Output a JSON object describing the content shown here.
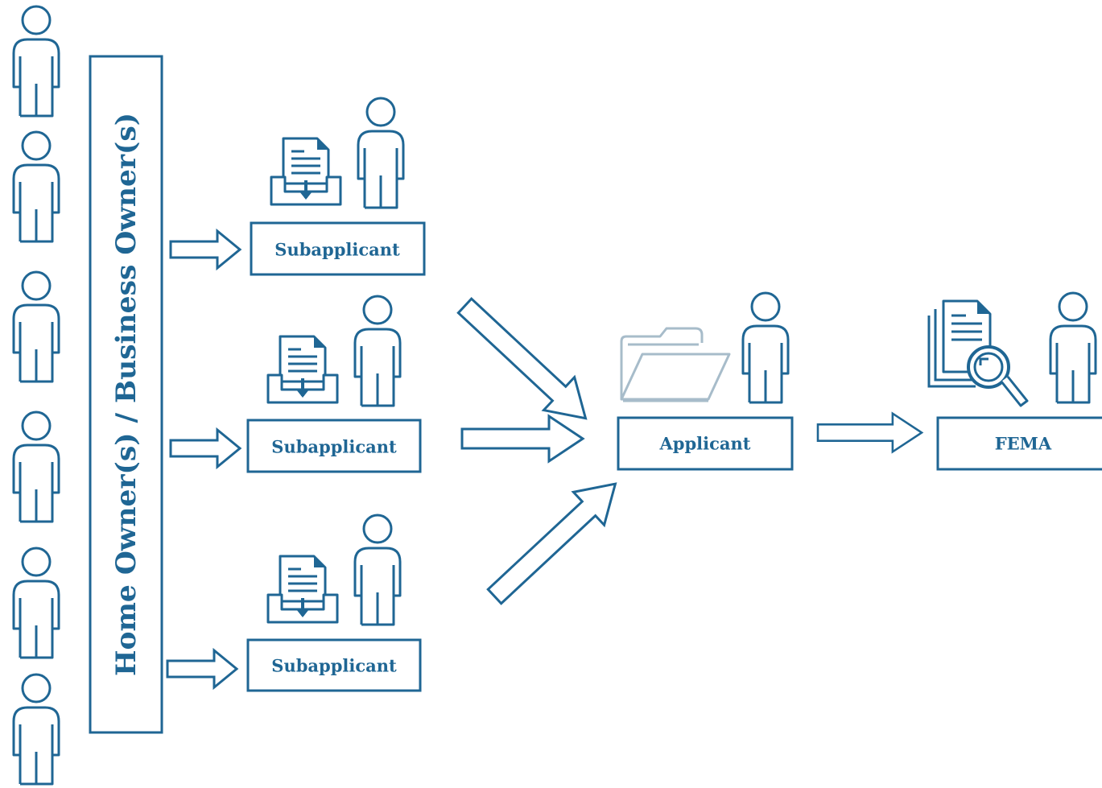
{
  "colors": {
    "primary": "#1f6694",
    "background": "#ffffff"
  },
  "owners": {
    "label": "Home Owner(s) / Business Owner(s)",
    "icon": "person-icon",
    "count": 6
  },
  "subapplicants": [
    {
      "label": "Subapplicant",
      "icons": [
        "document-inbox-icon",
        "person-icon"
      ]
    },
    {
      "label": "Subapplicant",
      "icons": [
        "document-inbox-icon",
        "person-icon"
      ]
    },
    {
      "label": "Subapplicant",
      "icons": [
        "document-inbox-icon",
        "person-icon"
      ]
    }
  ],
  "applicant": {
    "label": "Applicant",
    "icons": [
      "open-folder-icon",
      "person-icon"
    ]
  },
  "fema": {
    "label": "FEMA",
    "icons": [
      "document-review-magnifier-icon",
      "person-icon"
    ]
  }
}
